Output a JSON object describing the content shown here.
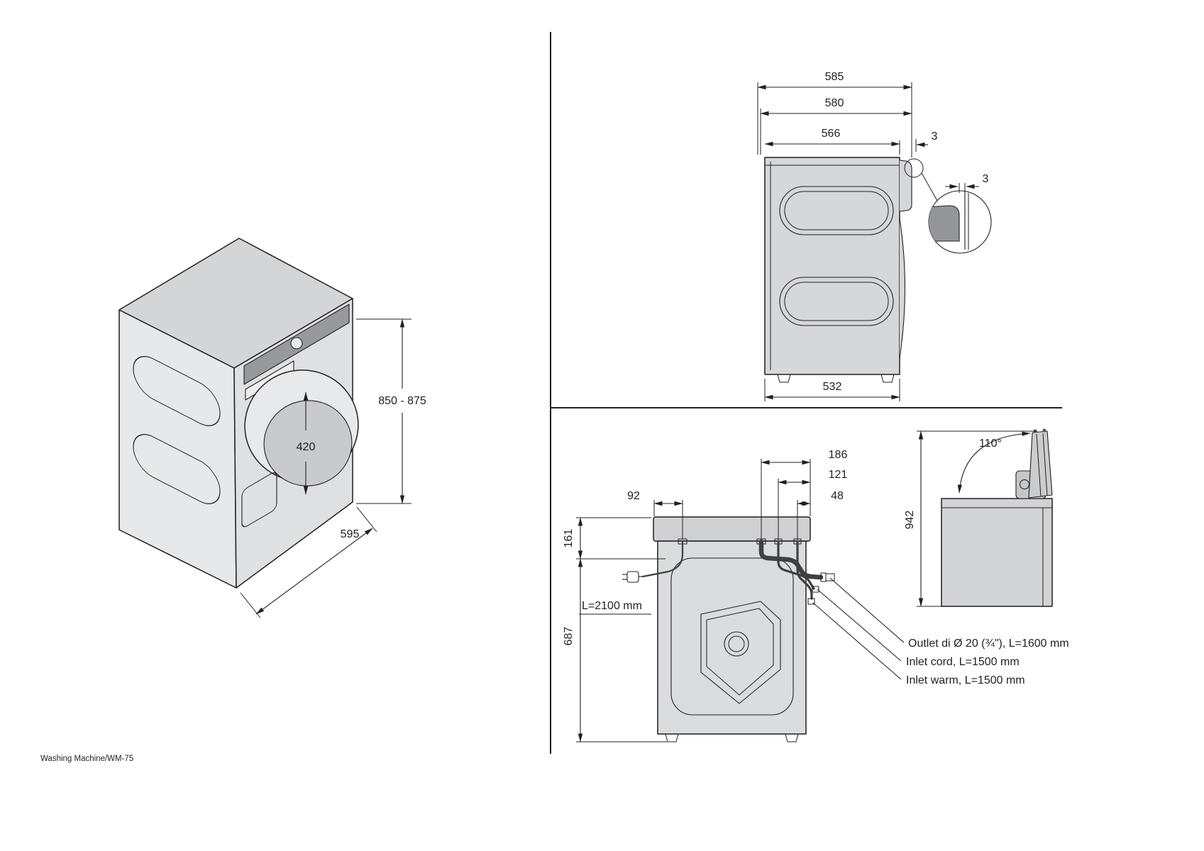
{
  "page": {
    "title": "Washing Machine/WM-75"
  },
  "iso_view": {
    "height": "850 - 875",
    "door_diameter": "420",
    "width": "595"
  },
  "side_view": {
    "depth_total": "585",
    "depth_mid": "580",
    "depth_body": "566",
    "gap_top": "3",
    "gap_detail": "3",
    "depth_bottom": "532"
  },
  "rear_view": {
    "offset_drain": "186",
    "offset_inlet1": "121",
    "offset_inlet2": "48",
    "offset_cord": "92",
    "drop_cord": "161",
    "height_lower": "687",
    "cord_length": "L=2100 mm",
    "callout_outlet": "Outlet di Ø 20 (¾\"), L=1600 mm",
    "callout_inlet_cold": "Inlet cord, L=1500 mm",
    "callout_inlet_warm": "Inlet warm, L=1500 mm"
  },
  "open_view": {
    "lid_angle": "110°",
    "height_open": "942"
  }
}
